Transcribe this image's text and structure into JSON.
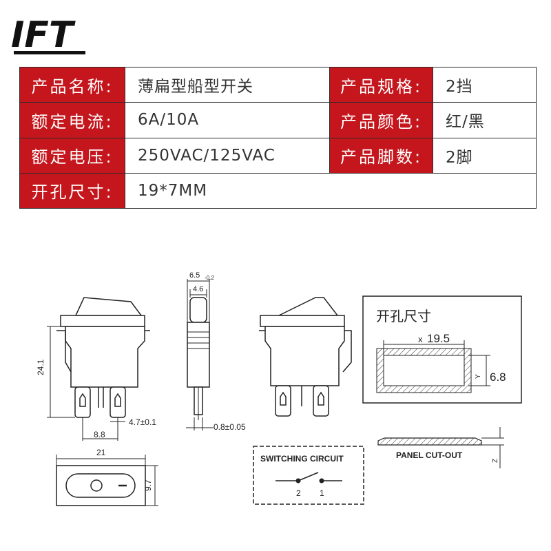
{
  "brand": "IFT",
  "spec_rows": [
    {
      "label": "产品名称:",
      "value": "薄扁型船型开关",
      "label2": "产品规格:",
      "value2": "2挡"
    },
    {
      "label": "额定电流:",
      "value": "6A/10A",
      "label2": "产品颜色:",
      "value2": "红/黑"
    },
    {
      "label": "额定电压:",
      "value": "250VAC/125VAC",
      "label2": "产品脚数:",
      "value2": "2脚"
    },
    {
      "label": "开孔尺寸:",
      "value": "19*7MM"
    }
  ],
  "drawing": {
    "dim_height": "24.1",
    "dim_pin_spacing": "8.8",
    "dim_pin_width": "4.7±0.1",
    "dim_top_width": "6.5",
    "dim_top_tol": "-0.2",
    "dim_mid_width": "4.6",
    "dim_pin_thickness": "0.8±0.05",
    "dim_front_width": "21",
    "dim_front_height": "9.7",
    "cutout_title": "开孔尺寸",
    "cutout_x_label": "x",
    "cutout_x_value": "19.5",
    "cutout_y_label": "Y",
    "cutout_y_value": "6.8",
    "switching_title": "SWITCHING CIRCUIT",
    "terminal_a": "2",
    "terminal_b": "1",
    "panel_label": "PANEL CUT-OUT",
    "panel_z": "Z"
  },
  "colors": {
    "header_red": "#c4161c",
    "outline": "#2b2b2b"
  }
}
